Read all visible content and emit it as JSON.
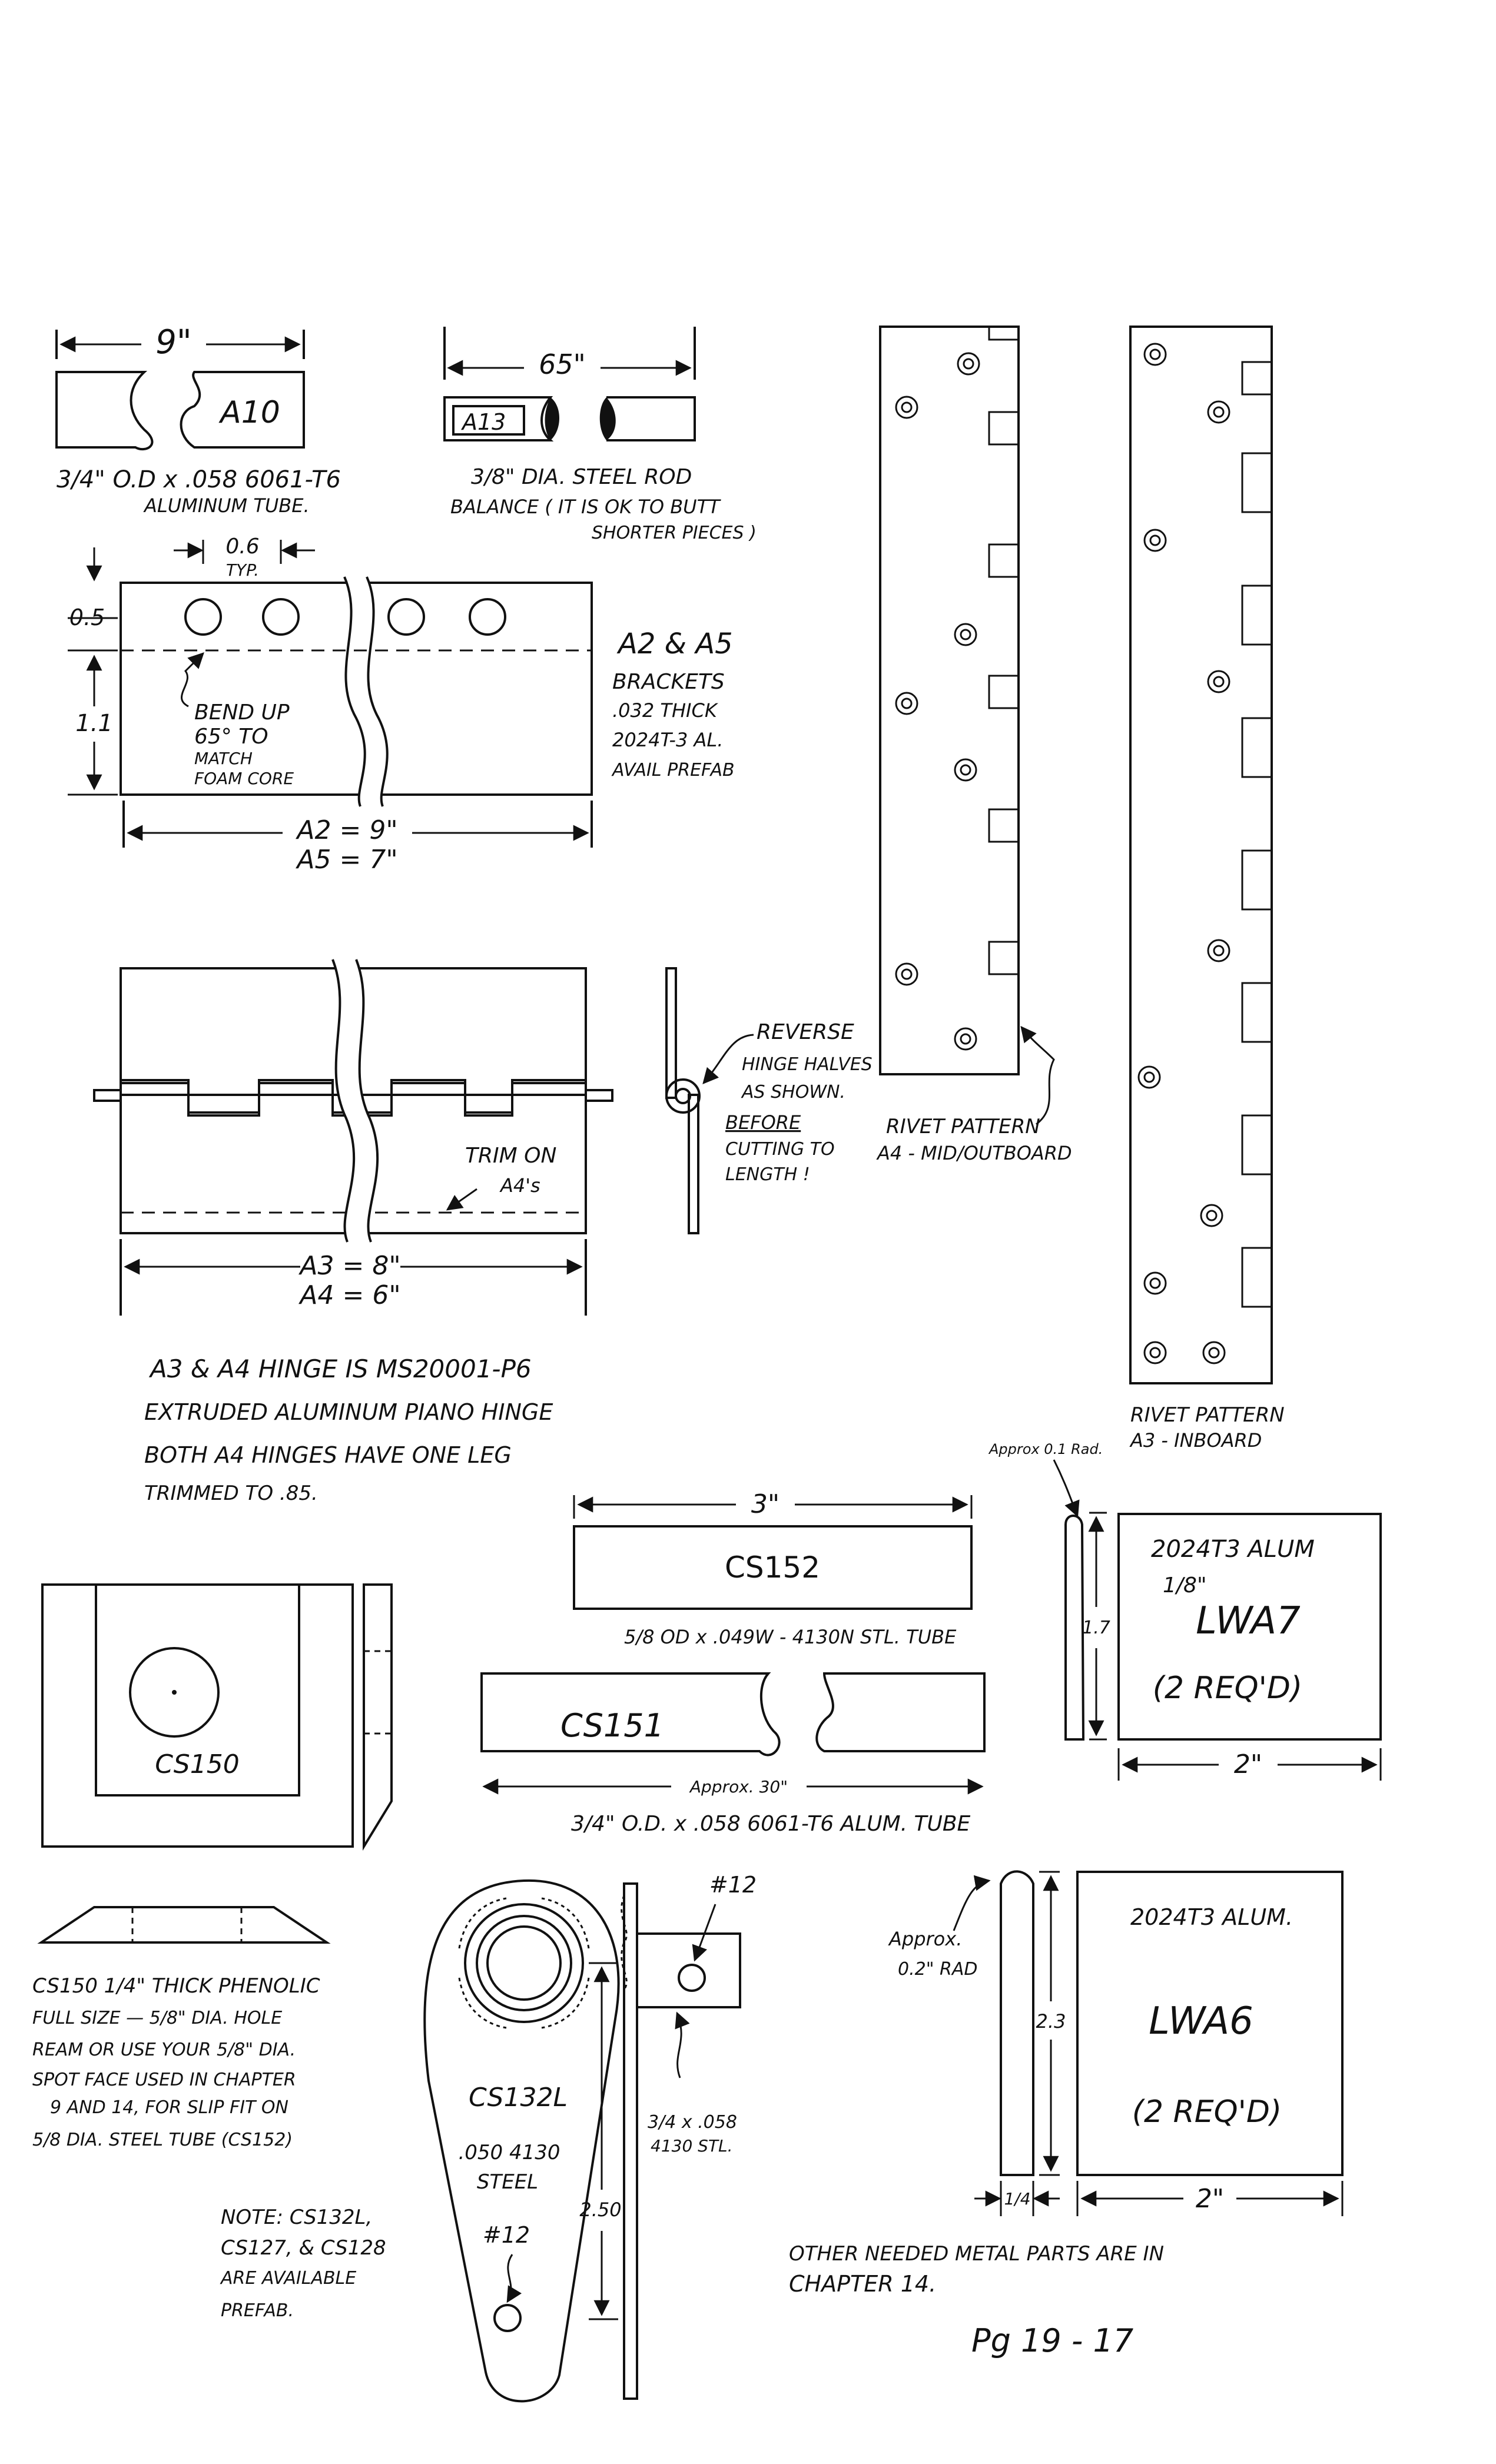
{
  "a10": {
    "dim": "9\"",
    "label": "A10",
    "spec_line1": "3/4\" O.D x .058  6061-T6",
    "spec_line2": "ALUMINUM TUBE."
  },
  "a13": {
    "dim": "65\"",
    "label": "A13",
    "spec_line1": "3/8\" DIA. STEEL ROD",
    "spec_line2": "BALANCE ( IT IS OK TO BUTT",
    "spec_line3": "SHORTER PIECES )"
  },
  "bracket": {
    "hole_spacing": "0.6",
    "hole_spacing_note": "TYP.",
    "dim_top": "0.5",
    "dim_side": "1.1",
    "bend_line1": "BEND UP",
    "bend_line2": "65° TO",
    "bend_line3": "MATCH",
    "bend_line4": "FOAM CORE",
    "title_line1": "A2 & A5",
    "title_line2": "BRACKETS",
    "title_line3": ".032 THICK",
    "title_line4": "2024T-3 AL.",
    "title_line5": "AVAIL PREFAB",
    "len_a2": "A2 = 9\"",
    "len_a5": "A5 = 7\""
  },
  "hinge": {
    "trim_line1": "TRIM ON",
    "trim_line2": "A4's",
    "len_a3": "A3 = 8\"",
    "len_a4": "A4 = 6\"",
    "reverse_line1": "REVERSE",
    "reverse_line2": "HINGE HALVES",
    "reverse_line3": "AS SHOWN.",
    "before_line1": "BEFORE",
    "before_line2": "CUTTING TO",
    "before_line3": "LENGTH !",
    "note_line1": "A3 & A4  HINGE IS  MS20001-P6",
    "note_line2": "EXTRUDED  ALUMINUM  PIANO HINGE",
    "note_line3": "BOTH  A4  HINGES  HAVE  ONE LEG",
    "note_line4": "TRIMMED  TO  .85."
  },
  "rivet": {
    "mid_line1": "RIVET PATTERN",
    "mid_line2": "A4 - MID/OUTBOARD",
    "in_line1": "RIVET PATTERN",
    "in_line2": "A3 - INBOARD"
  },
  "cs152": {
    "dim": "3\"",
    "label": "CS152",
    "spec": "5/8 OD x .049W - 4130N STL. TUBE"
  },
  "cs151": {
    "label": "CS151",
    "dim": "Approx. 30\"",
    "spec": "3/4\" O.D. x .058  6061-T6  ALUM. TUBE"
  },
  "lwa7": {
    "rad_note": "Approx 0.1 Rad.",
    "dim_h": "1.7",
    "material_line1": "2024T3  ALUM",
    "material_line2": "1/8\"",
    "label": "LWA7",
    "qty": "(2 REQ'D)",
    "dim_w": "2\""
  },
  "cs150": {
    "label": "CS150",
    "note_line1": "CS150   1/4\" THICK PHENOLIC",
    "note_line2": "FULL SIZE — 5/8\" DIA. HOLE",
    "note_line3": "REAM OR USE YOUR 5/8\" DIA.",
    "note_line4": "SPOT FACE USED IN CHAPTER",
    "note_line5": "9 AND 14, FOR SLIP FIT ON",
    "note_line6": "5/8 DIA. STEEL TUBE (CS152)"
  },
  "cs132l": {
    "hole_top": "#12",
    "label": "CS132L",
    "material_line1": ".050 4130",
    "material_line2": "STEEL",
    "hole_bottom": "#12",
    "dim_len": "2.50",
    "tube_line1": "3/4 x .058",
    "tube_line2": "4130 STL."
  },
  "lwa6": {
    "rad_line1": "Approx.",
    "rad_line2": "0.2\" RAD",
    "dim_h": "2.3",
    "material": "2024T3  ALUM.",
    "label": "LWA6",
    "qty": "(2 REQ'D)",
    "dim_t": "1/4",
    "dim_w": "2\""
  },
  "notes": {
    "prefab_line1": "NOTE:  CS132L,",
    "prefab_line2": "CS127, & CS128",
    "prefab_line3": "ARE AVAILABLE",
    "prefab_line4": "PREFAB.",
    "other_line1": "OTHER NEEDED METAL PARTS ARE IN",
    "other_line2": "CHAPTER 14.",
    "page": "Pg 19 - 17"
  }
}
